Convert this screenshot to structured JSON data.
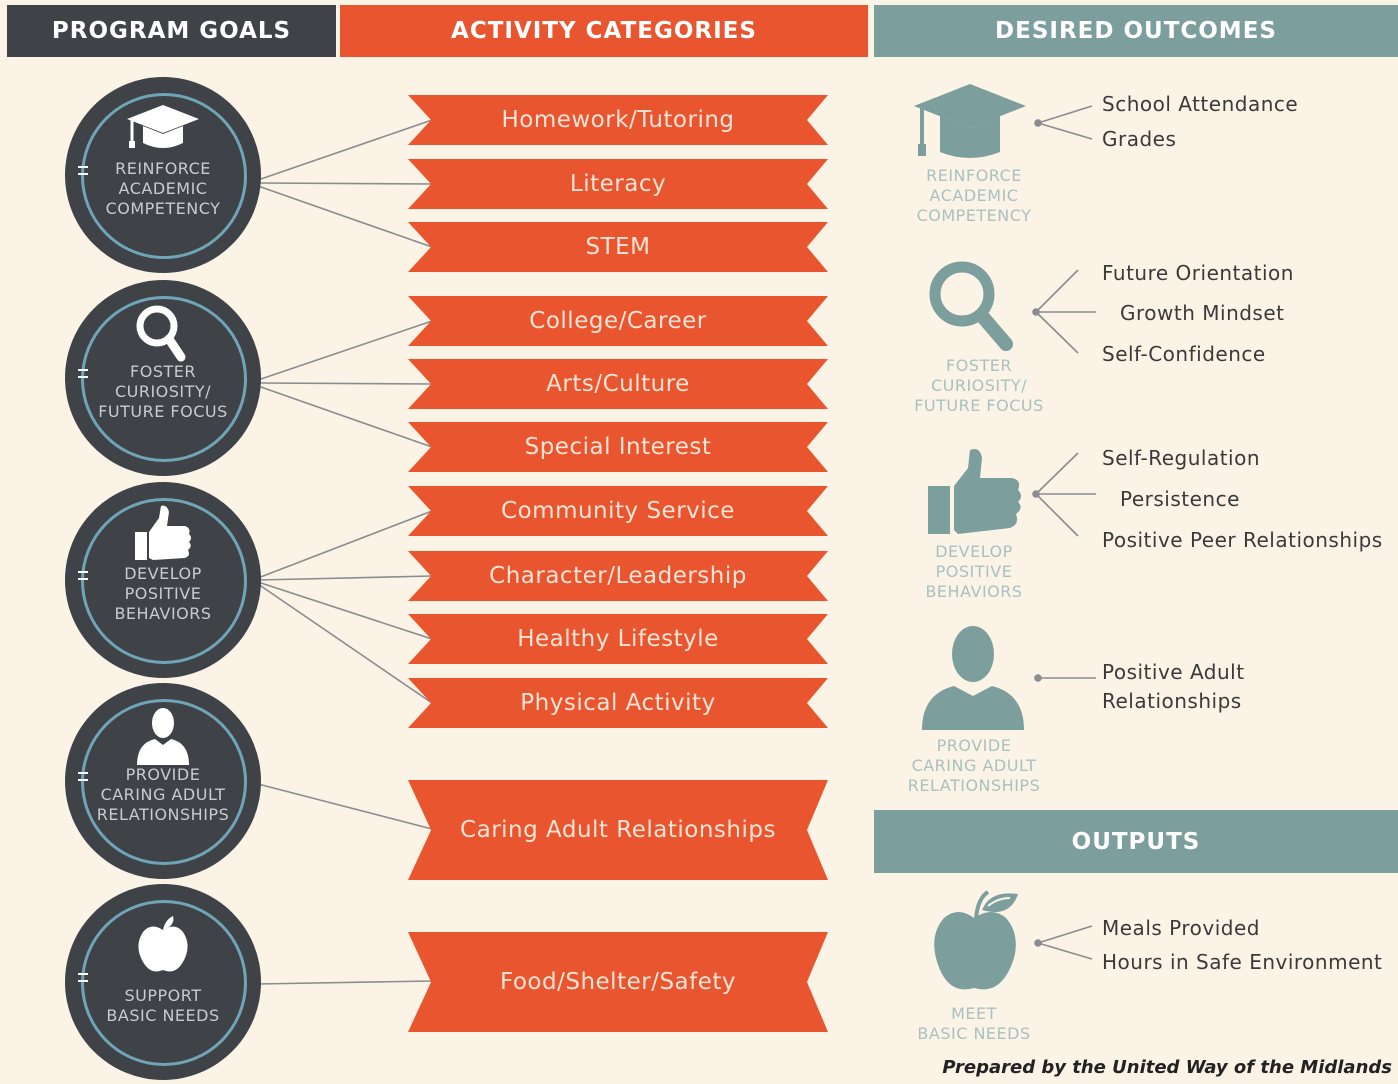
{
  "headers": {
    "program_goals": "PROGRAM GOALS",
    "activity_categories": "ACTIVITY CATEGORIES",
    "desired_outcomes": "DESIRED OUTCOMES",
    "outputs": "OUTPUTS"
  },
  "goals": [
    {
      "label": "REINFORCE\nACADEMIC\nCOMPETENCY",
      "icon": "graduation-cap-icon"
    },
    {
      "label": "FOSTER\nCURIOSITY/\nFUTURE FOCUS",
      "icon": "magnifier-icon"
    },
    {
      "label": "DEVELOP\nPOSITIVE\nBEHAVIORS",
      "icon": "thumbs-up-icon"
    },
    {
      "label": "PROVIDE\nCARING ADULT\nRELATIONSHIPS",
      "icon": "person-icon"
    },
    {
      "label": "SUPPORT\nBASIC NEEDS",
      "icon": "apple-icon"
    }
  ],
  "activities": [
    "Homework/Tutoring",
    "Literacy",
    "STEM",
    "College/Career",
    "Arts/Culture",
    "Special Interest",
    "Community Service",
    "Character/Leadership",
    "Healthy Lifestyle",
    "Physical Activity",
    "Caring Adult Relationships",
    "Food/Shelter/Safety"
  ],
  "outcomes": [
    {
      "label": "REINFORCE\nACADEMIC\nCOMPETENCY",
      "icon": "graduation-cap-icon",
      "items": [
        "School Attendance",
        "Grades"
      ]
    },
    {
      "label": "FOSTER\nCURIOSITY/\nFUTURE FOCUS",
      "icon": "magnifier-icon",
      "items": [
        "Future Orientation",
        "Growth Mindset",
        "Self-Confidence"
      ]
    },
    {
      "label": "DEVELOP\nPOSITIVE\nBEHAVIORS",
      "icon": "thumbs-up-icon",
      "items": [
        "Self-Regulation",
        "Persistence",
        "Positive Peer Relationships"
      ]
    },
    {
      "label": "PROVIDE\nCARING ADULT\nRELATIONSHIPS",
      "icon": "person-icon",
      "items": [
        "Positive Adult\nRelationships"
      ]
    }
  ],
  "outputs": [
    {
      "label": "MEET\nBASIC NEEDS",
      "icon": "apple-icon",
      "items": [
        "Meals Provided",
        "Hours in Safe Environment"
      ]
    }
  ],
  "credit": "Prepared by the United Way of the Midlands",
  "colors": {
    "dark": "#3f4247",
    "orange": "#e8552e",
    "teal": "#7c9e9c",
    "ring": "#6fa5b7",
    "background": "#fbf3e6"
  }
}
